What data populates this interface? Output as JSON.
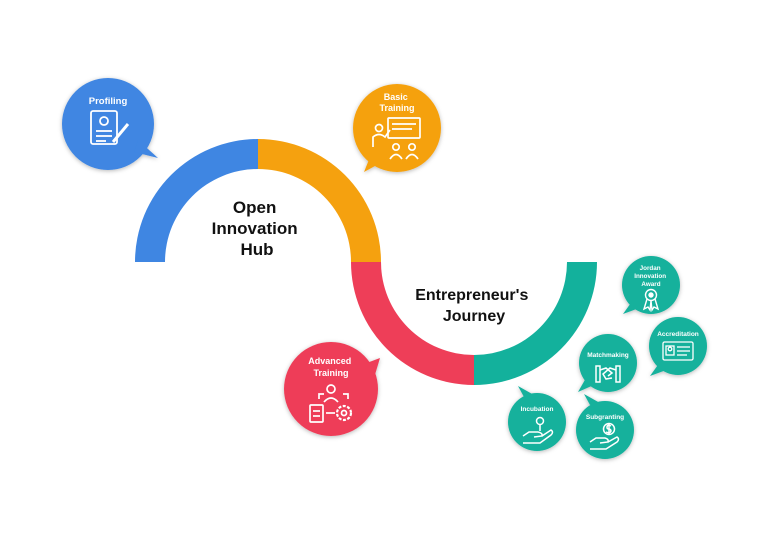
{
  "hub": {
    "line1": "Open",
    "line2": "Innovation",
    "line3": "Hub"
  },
  "journey": {
    "line1": "Entrepreneur's",
    "line2": "Journey"
  },
  "stages": {
    "profiling": {
      "label": "Profiling",
      "icon": "document-profile-icon"
    },
    "basic_training": {
      "line1": "Basic",
      "line2": "Training",
      "icon": "presentation-board-icon"
    },
    "advanced_training": {
      "line1": "Advanced",
      "line2": "Training",
      "icon": "process-gear-icon"
    },
    "jordan_award": {
      "line1": "Jordan",
      "line2": "Innovation",
      "line3": "Award",
      "icon": "award-ribbon-icon"
    },
    "accreditation": {
      "label": "Accreditation",
      "icon": "id-card-icon"
    },
    "matchmaking": {
      "label": "Matchmaking",
      "icon": "handshake-icon"
    },
    "incubation": {
      "label": "Incubation",
      "icon": "hand-seedling-icon"
    },
    "subgranting": {
      "label": "Subgranting",
      "icon": "hand-coin-icon"
    }
  },
  "colors": {
    "blue": "#3f86e2",
    "orange": "#f5a10f",
    "red": "#ee3e58",
    "teal": "#13b19c"
  }
}
